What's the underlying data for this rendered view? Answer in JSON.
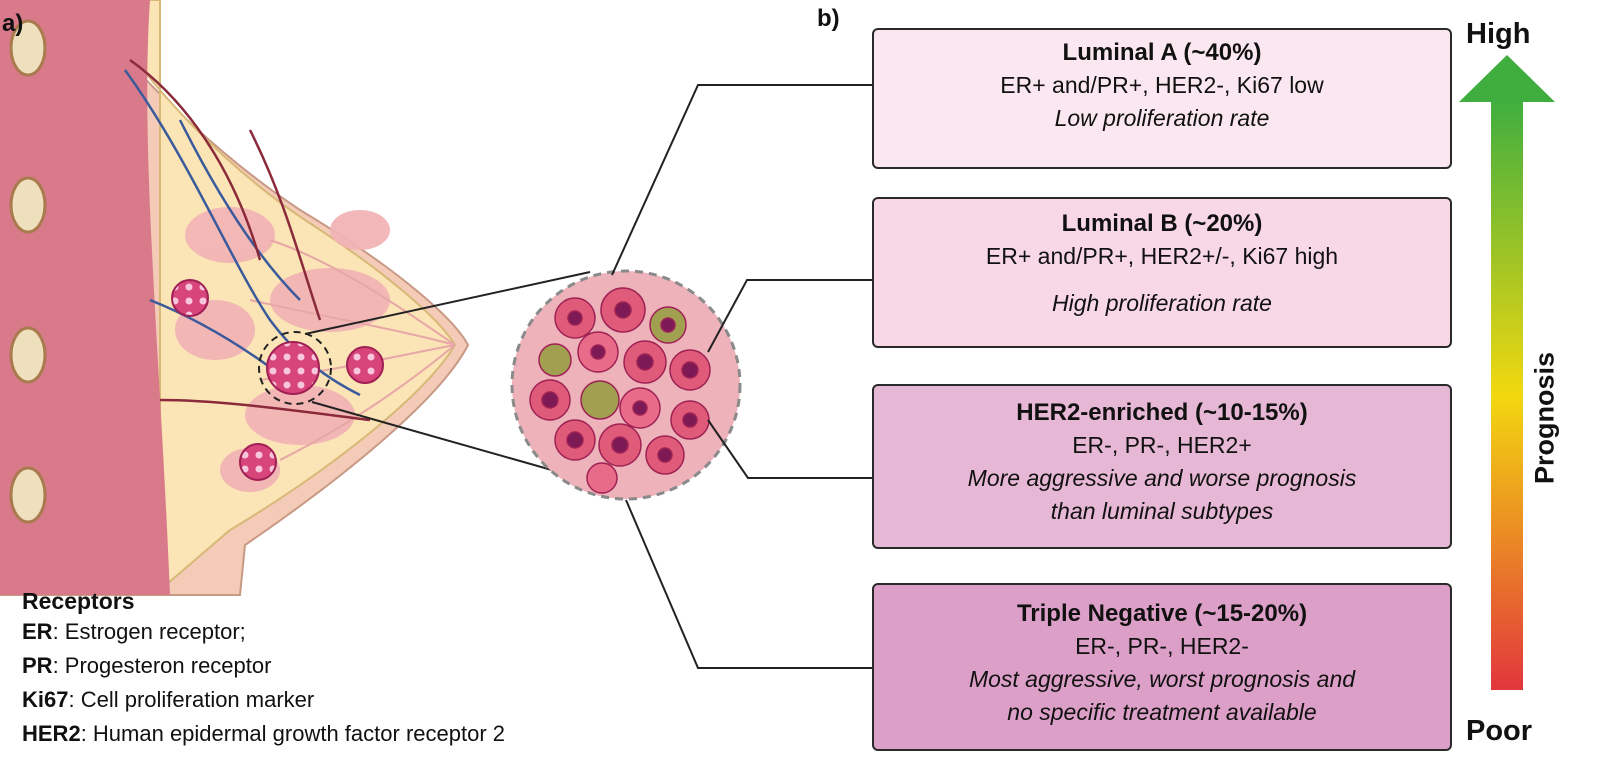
{
  "panels": {
    "a": "a)",
    "b": "b)"
  },
  "legend": {
    "title": "Receptors",
    "items": [
      {
        "abbr": "ER",
        "text": ": Estrogen receptor;"
      },
      {
        "abbr": "PR",
        "text": ": Progesteron receptor"
      },
      {
        "abbr": "Ki67",
        "text": ": Cell proliferation marker"
      },
      {
        "abbr": "HER2",
        "text": ": Human epidermal growth factor receptor 2"
      }
    ]
  },
  "subtypes": [
    {
      "title": "Luminal A (~40%)",
      "markers": "ER+ and/PR+, HER2-, Ki67 low",
      "desc1": "Low proliferation rate",
      "desc2": "",
      "fill": "#fbe7f0"
    },
    {
      "title": "Luminal B (~20%)",
      "markers": "ER+ and/PR+, HER2+/-, Ki67 high",
      "desc1": "High proliferation rate",
      "desc2": "",
      "fill": "#f8d8e6"
    },
    {
      "title": "HER2-enriched (~10-15%)",
      "markers": "ER-, PR-, HER2+",
      "desc1": "More aggressive and worse prognosis",
      "desc2": "than luminal subtypes",
      "fill": "#e7b8d5"
    },
    {
      "title": "Triple Negative (~15-20%)",
      "markers": "ER-, PR-, HER2-",
      "desc1": "Most aggressive, worst prognosis  and",
      "desc2": "no specific treatment available",
      "fill": "#dca0c8"
    }
  ],
  "prognosis": {
    "label": "Prognosis",
    "high": "High",
    "low": "Poor",
    "colors": {
      "top": "#3fae3f",
      "middle": "#f2d80f",
      "bottom": "#e2363c"
    }
  }
}
